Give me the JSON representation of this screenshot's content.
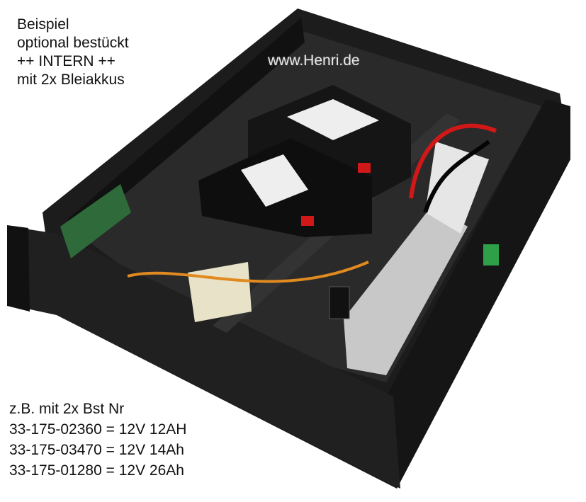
{
  "watermark": "www.Henri.de",
  "top_caption": [
    "Beispiel",
    "optional bestückt",
    "++ INTERN ++",
    "mit 2x Bleiakkus"
  ],
  "bottom_caption": {
    "heading": "z.B. mit 2x Bst Nr",
    "lines": [
      "33-175-02360 = 12V 12AH",
      "33-175-03470 = 12V 14Ah",
      "33-175-01280 = 12V 26Ah"
    ]
  },
  "colors": {
    "chassis": "#1c1c1c",
    "heatsink": "#c8c8c8",
    "pcb": "#2f6b3a",
    "cable_red": "#d01818"
  }
}
